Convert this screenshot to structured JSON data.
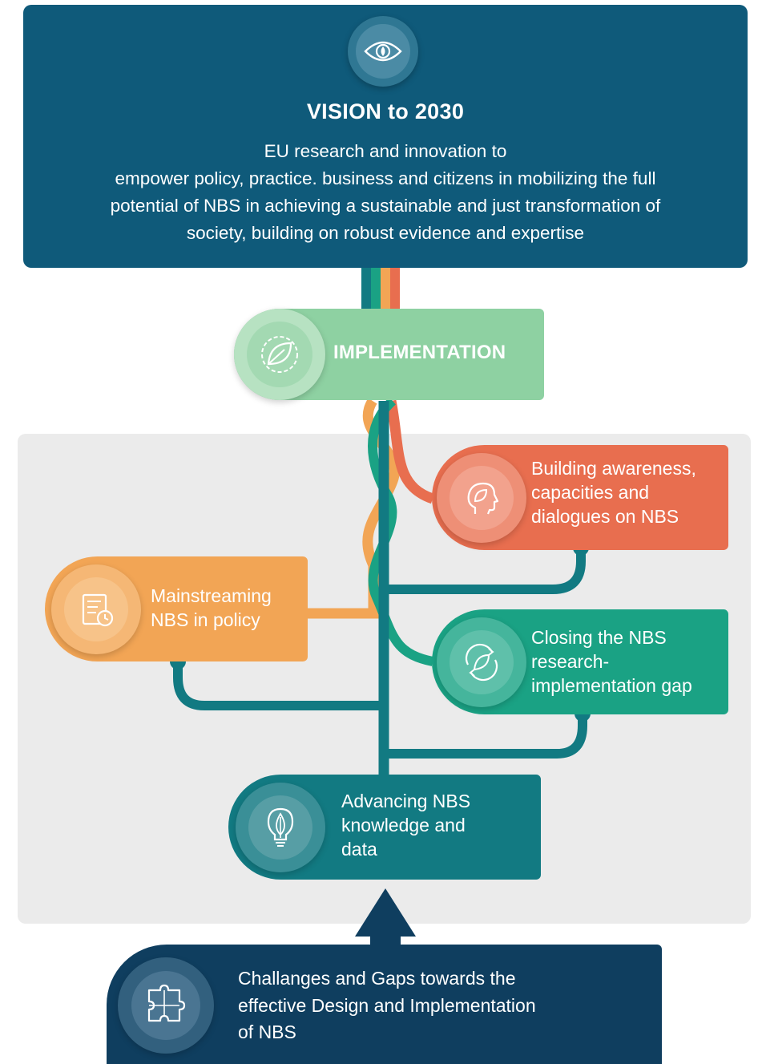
{
  "vision": {
    "title": "VISION to 2030",
    "line1": "EU research and innovation to",
    "line2": "empower policy, practice. business and citizens in mobilizing the full",
    "line3": "potential of NBS in achieving a sustainable and just transformation of",
    "line4": "society, building on robust evidence and expertise",
    "icon": "eye-leaf-icon"
  },
  "nodes": {
    "implementation": {
      "label": "IMPLEMENTATION",
      "icon": "leaf-gear-icon",
      "color": "#8ed1a2"
    },
    "awareness": {
      "line1": "Building awareness,",
      "line2": "capacities and",
      "line3": "dialogues on NBS",
      "icon": "head-leaf-icon",
      "color": "#e86e4f"
    },
    "mainstreaming": {
      "line1": "Mainstreaming",
      "line2": "NBS in policy",
      "icon": "document-clock-icon",
      "color": "#f2a555"
    },
    "closing_gap": {
      "line1": "Closing the NBS",
      "line2": "research-",
      "line3": "implementation gap",
      "icon": "leaf-cycle-icon",
      "color": "#1aa284"
    },
    "advancing": {
      "line1": "Advancing NBS",
      "line2": "knowledge and",
      "line3": "data",
      "icon": "bulb-leaf-icon",
      "color": "#127a82"
    },
    "challenges": {
      "line1": "Challanges and Gaps towards the",
      "line2": "effective Design and Implementation",
      "line3": "of NBS",
      "icon": "puzzle-icon",
      "color": "#0f3e5f"
    }
  },
  "colors": {
    "vision_bg": "#0f5a7a",
    "panel_bg": "#ebebeb",
    "trunk": "#127a82",
    "orange": "#f2a555",
    "coral": "#e86e4f",
    "green": "#1aa284",
    "light_green": "#8ed1a2"
  }
}
